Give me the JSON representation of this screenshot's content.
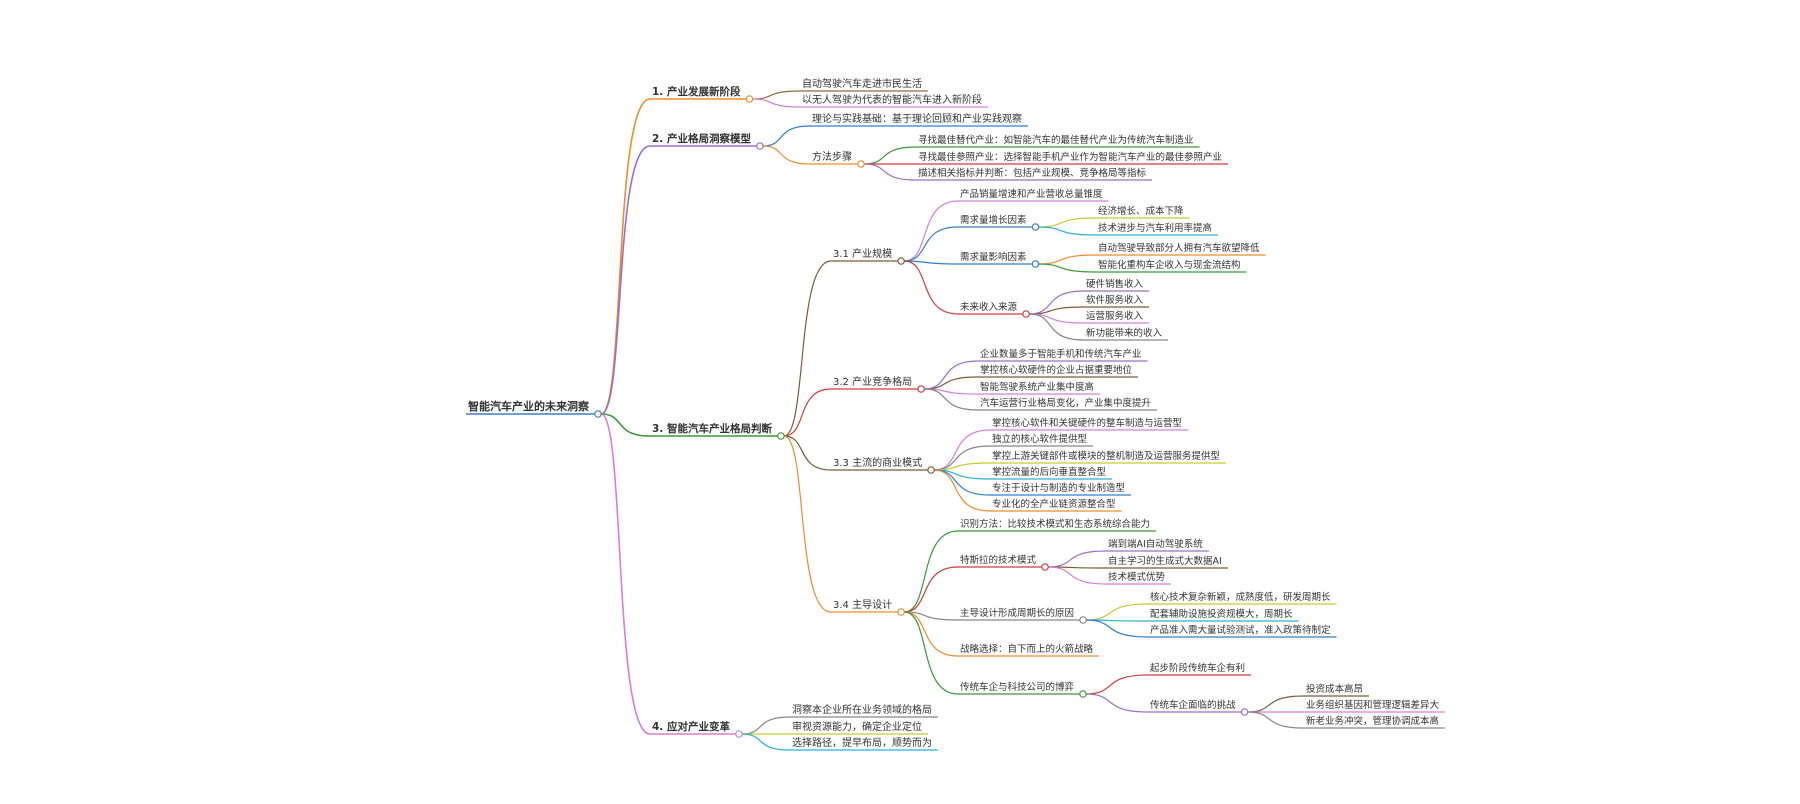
{
  "mindmap": {
    "root": {
      "label": "智能汽车产业的未来洞察",
      "color": "#3f7fbf",
      "children": [
        {
          "label": "1. 产业发展新阶段",
          "color": "#f08c2b",
          "children": [
            {
              "label": "自动驾驶汽车走进市民生活",
              "color": "#8c6d3f"
            },
            {
              "label": "以无人驾驶为代表的智能汽车进入新阶段",
              "color": "#d67fd6"
            }
          ]
        },
        {
          "label": "2. 产业格局洞察模型",
          "color": "#9b6fc7",
          "children": [
            {
              "label": "理论与实践基础：基于理论回顾和产业实践观察",
              "color": "#2e7fd1"
            },
            {
              "label": "方法步骤",
              "color": "#f08c2b",
              "children": [
                {
                  "label": "寻找最佳替代产业：如智能汽车的最佳替代产业为传统汽车制造业",
                  "color": "#3a9a3a"
                },
                {
                  "label": "寻找最佳参照产业：选择智能手机产业作为智能汽车产业的最佳参照产业",
                  "color": "#d43c3c"
                },
                {
                  "label": "描述相关指标并判断：包括产业规模、竞争格局等指标",
                  "color": "#9b6fc7"
                }
              ]
            }
          ]
        },
        {
          "label": "3. 智能汽车产业格局判断",
          "color": "#3a9a3a",
          "children": [
            {
              "label": "3.1 产业规模",
              "color": "#7b5c3a",
              "children": [
                {
                  "label": "产品销量增速和产业营收总量锥度",
                  "color": "#d67fd6"
                },
                {
                  "label": "需求量增长因素",
                  "color": "#3f7fbf",
                  "children": [
                    {
                      "label": "经济增长、成本下降",
                      "color": "#c9c92e"
                    },
                    {
                      "label": "技术进步与汽车利用率提高",
                      "color": "#2ab0d6"
                    }
                  ]
                },
                {
                  "label": "需求量影响因素",
                  "color": "#2e7fd1",
                  "children": [
                    {
                      "label": "自动驾驶导致部分人拥有汽车欲望降低",
                      "color": "#f08c2b"
                    },
                    {
                      "label": "智能化重构车企收入与现金流结构",
                      "color": "#3a9a3a"
                    }
                  ]
                },
                {
                  "label": "未来收入来源",
                  "color": "#d43c3c",
                  "children": [
                    {
                      "label": "硬件销售收入",
                      "color": "#9b6fc7"
                    },
                    {
                      "label": "软件服务收入",
                      "color": "#7b5c3a"
                    },
                    {
                      "label": "运营服务收入",
                      "color": "#d67fd6"
                    },
                    {
                      "label": "新功能带来的收入",
                      "color": "#888888"
                    }
                  ]
                }
              ]
            },
            {
              "label": "3.2 产业竞争格局",
              "color": "#d43c3c",
              "children": [
                {
                  "label": "企业数量多于智能手机和传统汽车产业",
                  "color": "#9b6fc7"
                },
                {
                  "label": "掌控核心软硬件的企业占据重要地位",
                  "color": "#7b5c3a"
                },
                {
                  "label": "智能驾驶系统产业集中度高",
                  "color": "#d67fd6"
                },
                {
                  "label": "汽车运营行业格局变化，产业集中度提升",
                  "color": "#888888"
                }
              ]
            },
            {
              "label": "3.3 主流的商业模式",
              "color": "#7b5c3a",
              "children": [
                {
                  "label": "掌控核心软件和关键硬件的整车制造与运营型",
                  "color": "#d67fd6"
                },
                {
                  "label": "独立的核心软件提供型",
                  "color": "#888888"
                },
                {
                  "label": "掌控上游关键部件或模块的整机制造及运营服务提供型",
                  "color": "#c9c92e"
                },
                {
                  "label": "掌控流量的后向垂直整合型",
                  "color": "#2ab0d6"
                },
                {
                  "label": "专注于设计与制造的专业制造型",
                  "color": "#2e7fd1"
                },
                {
                  "label": "专业化的全产业链资源整合型",
                  "color": "#f08c2b"
                }
              ]
            },
            {
              "label": "3.4 主导设计",
              "color": "#f08c2b",
              "children": [
                {
                  "label": "识别方法：比较技术模式和生态系统综合能力",
                  "color": "#3a9a3a"
                },
                {
                  "label": "特斯拉的技术模式",
                  "color": "#d43c3c",
                  "children": [
                    {
                      "label": "端到端AI自动驾驶系统",
                      "color": "#9b6fc7"
                    },
                    {
                      "label": "自主学习的生成式大数据AI",
                      "color": "#7b5c3a"
                    },
                    {
                      "label": "技术模式优势",
                      "color": "#d67fd6"
                    }
                  ]
                },
                {
                  "label": "主导设计形成周期长的原因",
                  "color": "#888888",
                  "children": [
                    {
                      "label": "核心技术复杂新颖，成熟度低，研发周期长",
                      "color": "#c9c92e"
                    },
                    {
                      "label": "配套辅助设施投资规模大，周期长",
                      "color": "#2ab0d6"
                    },
                    {
                      "label": "产品准入需大量试验测试，准入政策待制定",
                      "color": "#2e7fd1"
                    }
                  ]
                },
                {
                  "label": "战略选择：自下而上的火箭战略",
                  "color": "#f08c2b"
                },
                {
                  "label": "传统车企与科技公司的博弈",
                  "color": "#3a9a3a",
                  "children": [
                    {
                      "label": "起步阶段传统车企有利",
                      "color": "#d43c3c"
                    },
                    {
                      "label": "传统车企面临的挑战",
                      "color": "#9b6fc7",
                      "children": [
                        {
                          "label": "投资成本高昂",
                          "color": "#7b5c3a"
                        },
                        {
                          "label": "业务组织基因和管理逻辑差异大",
                          "color": "#d67fd6"
                        },
                        {
                          "label": "新老业务冲突，管理协调成本高",
                          "color": "#888888"
                        }
                      ]
                    }
                  ]
                }
              ]
            }
          ]
        },
        {
          "label": "4. 应对产业变革",
          "color": "#d67fd6",
          "children": [
            {
              "label": "洞察本企业所在业务领域的格局",
              "color": "#888888"
            },
            {
              "label": "审视资源能力，确定企业定位",
              "color": "#c9c92e"
            },
            {
              "label": "选择路径，提早布局，顺势而为",
              "color": "#2ab0d6"
            }
          ]
        }
      ]
    }
  }
}
